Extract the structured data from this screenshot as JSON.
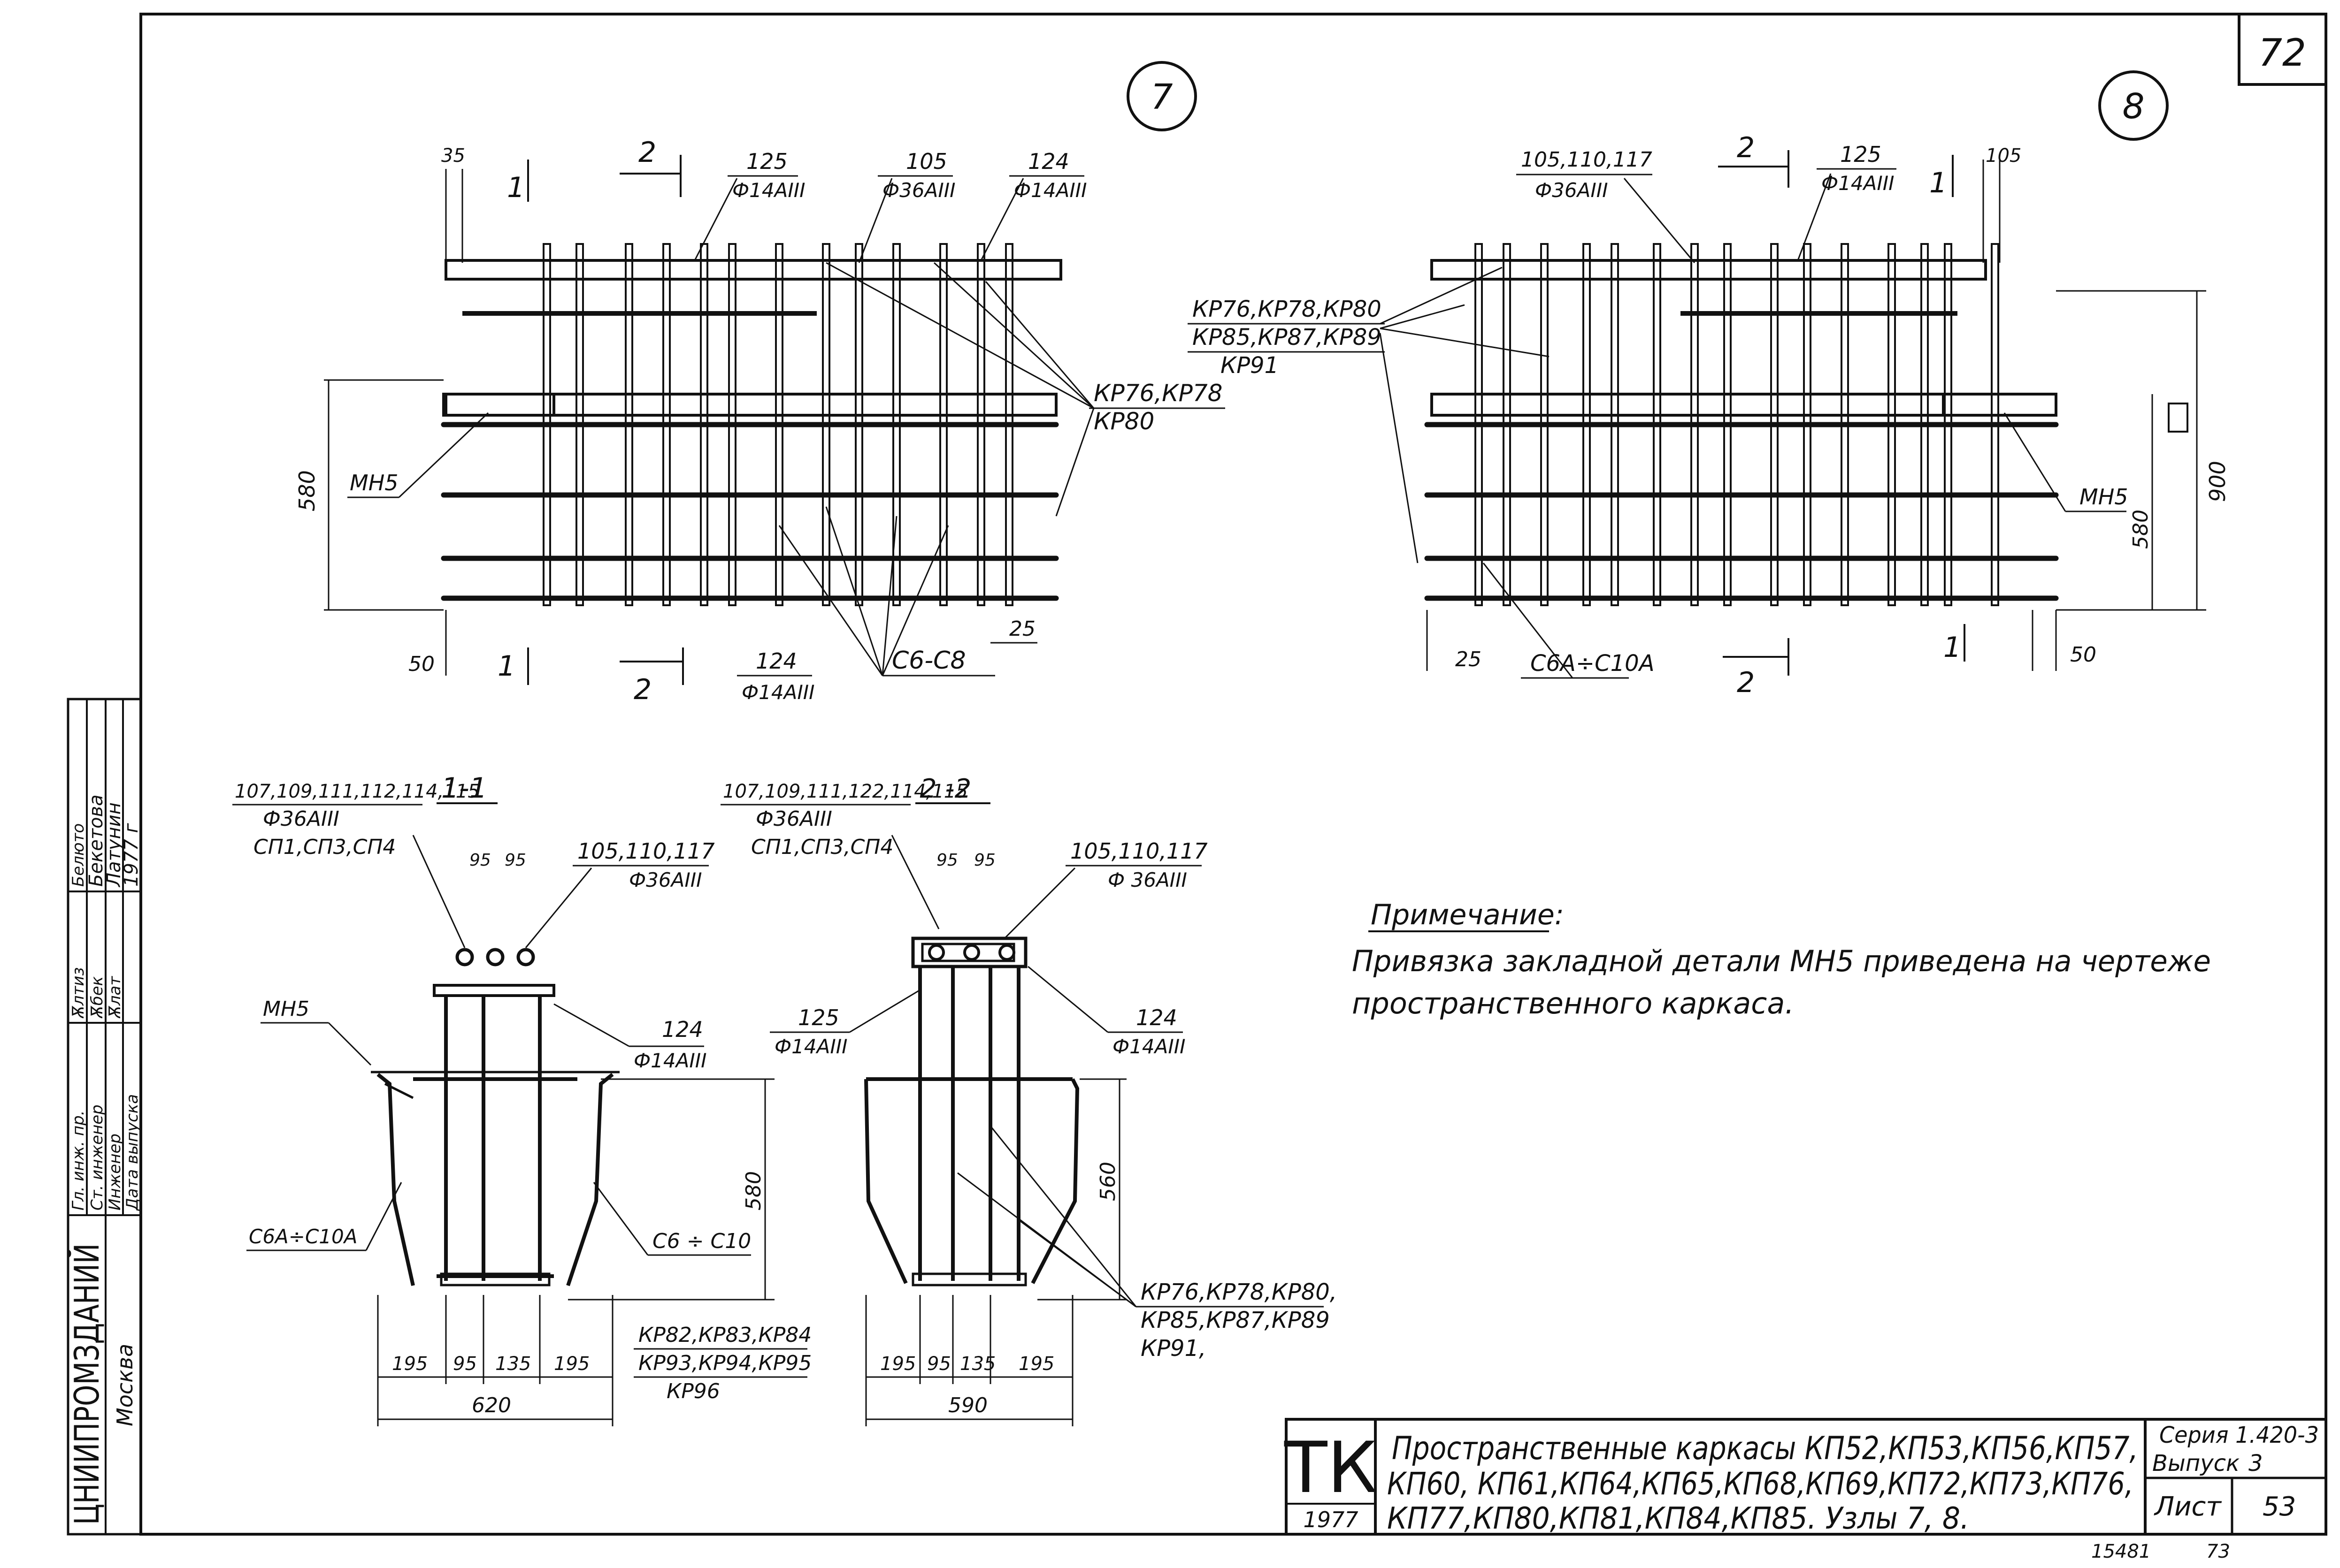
{
  "sheet": {
    "corner_number": "72"
  },
  "side_stamp": {
    "org": "ЦНИИПРОМЗДАНИЙ",
    "city": "Москва",
    "rows": [
      {
        "role": "Гл. инж. пр.",
        "name": "Белюто",
        "sign": "Ѫлтиз"
      },
      {
        "role": "Ст. инженер",
        "name": "Бекетова",
        "sign": "Ѫбек"
      },
      {
        "role": "Инженер",
        "name": "Латунин",
        "sign": "Ѫлат"
      },
      {
        "role": "Дата выпуска",
        "name": "1977 г",
        "sign": ""
      }
    ]
  },
  "node7": {
    "number": "7",
    "labels": {
      "d35": "35",
      "sec1": "1",
      "sec2": "2",
      "p125": "125",
      "p125_bar": "Ф14АIII",
      "p105": "105",
      "p105_bar": "Ф36АIII",
      "p124": "124",
      "p124_bar": "Ф14АIII",
      "kr": "КР76,КР78",
      "kr2": "КР80",
      "mh5": "МН5",
      "h580": "580",
      "d50": "50",
      "b124": "124",
      "b124_bar": "Ф14АIII",
      "c6": "С6-С8",
      "d25": "25"
    }
  },
  "node8": {
    "number": "8",
    "labels": {
      "p105": "105,110,117",
      "p105_bar": "Ф36АIII",
      "sec2": "2",
      "sec1": "1",
      "p125": "125",
      "p125_bar": "Ф14АIII",
      "d105": "105",
      "kr1": "КР76,КР78,КР80",
      "kr2": "КР85,КР87,КР89",
      "kr3": "КР91",
      "mh5": "МН5",
      "h900": "900",
      "h580": "580",
      "d25": "25",
      "c6a": "С6А÷С10А",
      "d50": "50"
    }
  },
  "section11": {
    "title": "1-1",
    "pos1": "107,109,111,112,114,115",
    "pos1_bar": "Ф36АIII",
    "pos1_sp": "СП1,СП3,СП4",
    "d95a": "95",
    "d95b": "95",
    "pos2": "105,110,117",
    "pos2_bar": "Ф36АIII",
    "mh5": "МН5",
    "pos3": "124",
    "pos3_bar": "Ф14АIII",
    "h580": "580",
    "c6a": "С6А÷С10А",
    "c6": "С6 ÷ С10",
    "kr1": "КР82,КР83,КР84",
    "kr2": "КР93,КР94,КР95",
    "kr3": "КР96",
    "dims": [
      "195",
      "95",
      "135",
      "195"
    ],
    "total": "620"
  },
  "section22": {
    "title": "2 -2",
    "pos1": "107,109,111,122,114,115",
    "pos1_bar": "Ф36АIII",
    "pos1_sp": "СП1,СП3,СП4",
    "d95a": "95",
    "d95b": "95",
    "pos2": "105,110,117",
    "pos2_bar": "Ф 36АIII",
    "pos4": "125",
    "pos4_bar": "Ф14АIII",
    "pos3": "124",
    "pos3_bar": "Ф14АIII",
    "h560": "560",
    "kr1": "КР76,КР78,КР80,",
    "kr2": "КР85,КР87,КР89",
    "kr3": "КР91,",
    "dims": [
      "195",
      "95",
      "135",
      "195"
    ],
    "total": "590"
  },
  "note": {
    "title": "Примечание:",
    "line1": "Привязка закладной детали МН5 приведена на чертеже",
    "line2": "пространственного каркаса."
  },
  "title_block": {
    "logo": "ТК",
    "year": "1977",
    "title1": "Пространственные каркасы КП52,КП53,КП56,КП57,",
    "title2": "КП60, КП61,КП64,КП65,КП68,КП69,КП72,КП73,КП76,",
    "title3": "КП77,КП80,КП81,КП84,КП85.  Узлы  7, 8.",
    "series_label": "Серия 1.420-3",
    "issue_label": "Выпуск",
    "issue_value": "3",
    "sheet_label": "Лист",
    "sheet_value": "53"
  },
  "footer": {
    "code": "15481",
    "page": "73"
  }
}
